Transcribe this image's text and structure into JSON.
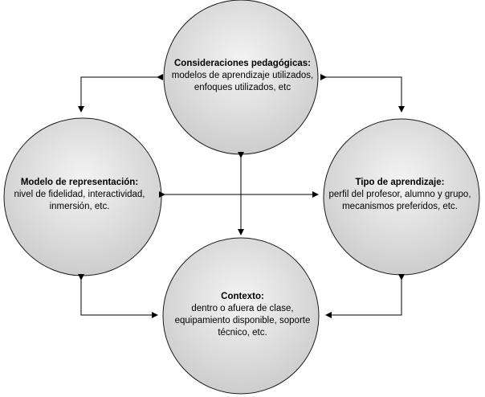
{
  "nodes": {
    "top": {
      "title": "Consideraciones pedagógicas:",
      "lines": [
        "modelos de aprendizaje utilizados,",
        "enfoques utilizados, etc"
      ]
    },
    "left": {
      "title": "Modelo de representación:",
      "lines": [
        "nivel de fidelidad, interactividad,",
        "inmersión, etc."
      ]
    },
    "right": {
      "title": "Tipo de aprendizaje:",
      "lines": [
        "perfil del profesor, alumno y grupo,",
        "mecanismos preferidos, etc."
      ]
    },
    "bottom": {
      "title": "Contexto:",
      "lines": [
        "dentro o afuera de clase,",
        "equipamiento disponible, soporte",
        "técnico, etc."
      ]
    }
  },
  "colors": {
    "circle_fill_light": "#f2f2f2",
    "circle_fill_dark": "#cfcfcf",
    "circle_stroke": "#1a1a1a",
    "arrow": "#000000"
  }
}
